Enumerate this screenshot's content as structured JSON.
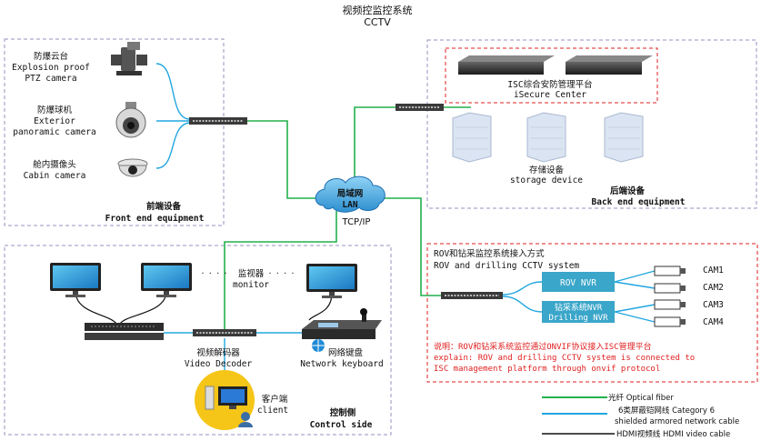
{
  "title": {
    "zh": "视频控监控系统",
    "en": "CCTV"
  },
  "front_end": {
    "label_zh": "前端设备",
    "label_en": "Front end equipment",
    "ptz": {
      "zh": "防爆云台",
      "en1": "Explosion proof",
      "en2": "PTZ camera"
    },
    "dome": {
      "zh": "防爆球机",
      "en1": "Exterior",
      "en2": "panoramic camera"
    },
    "cabin": {
      "zh": "舱内摄像头",
      "en": "Cabin camera"
    }
  },
  "back_end": {
    "label_zh": "后端设备",
    "label_en": "Back end equipment",
    "platform_zh": "ISC综合安防管理平台",
    "platform_en": "iSecure Center",
    "storage_zh": "存储设备",
    "storage_en": "storage device"
  },
  "lan": {
    "zh": "局域网",
    "en": "LAN",
    "protocol": "TCP/IP"
  },
  "rov": {
    "heading_zh": "ROV和钻采监控系统接入方式",
    "heading_en": "ROV and drilling CCTV system",
    "rov_nvr": "ROV NVR",
    "drill_nvr_zh": "钻采系统NVR",
    "drill_nvr_en": "Drilling NVR",
    "cams": [
      "CAM1",
      "CAM2",
      "CAM3",
      "CAM4"
    ],
    "note_l1": "说明：ROV和钻采系统监控通过ONVIF协议接入ISC管理平台",
    "note_l2": "explain: ROV and drilling CCTV system is connected to",
    "note_l3": "ISC management platform through onvif protocol"
  },
  "control": {
    "monitor_zh": "监视器",
    "monitor_en": "monitor",
    "decoder_zh": "视频解码器",
    "decoder_en": "Video Decoder",
    "keyboard_zh": "网络键盘",
    "keyboard_en": "Network keyboard",
    "client_zh": "客户端",
    "client_en": "client",
    "label_zh": "控制侧",
    "label_en": "Control side"
  },
  "legend": {
    "fiber": "光纤 Optical fiber",
    "cat6_l1": "6类屏蔽铠网线 Category 6",
    "cat6_l2": "shielded armored network cable",
    "hdmi": "HDMI视频线  HDMI video cable"
  },
  "colors": {
    "fiber": "#22b14c",
    "network": "#22a7e0",
    "hdmi": "#111111",
    "region_border": "#9a8fbf",
    "rov_border": "#e02020",
    "nvr_fill": "#3aa6c9",
    "note_text": "#e02020"
  }
}
